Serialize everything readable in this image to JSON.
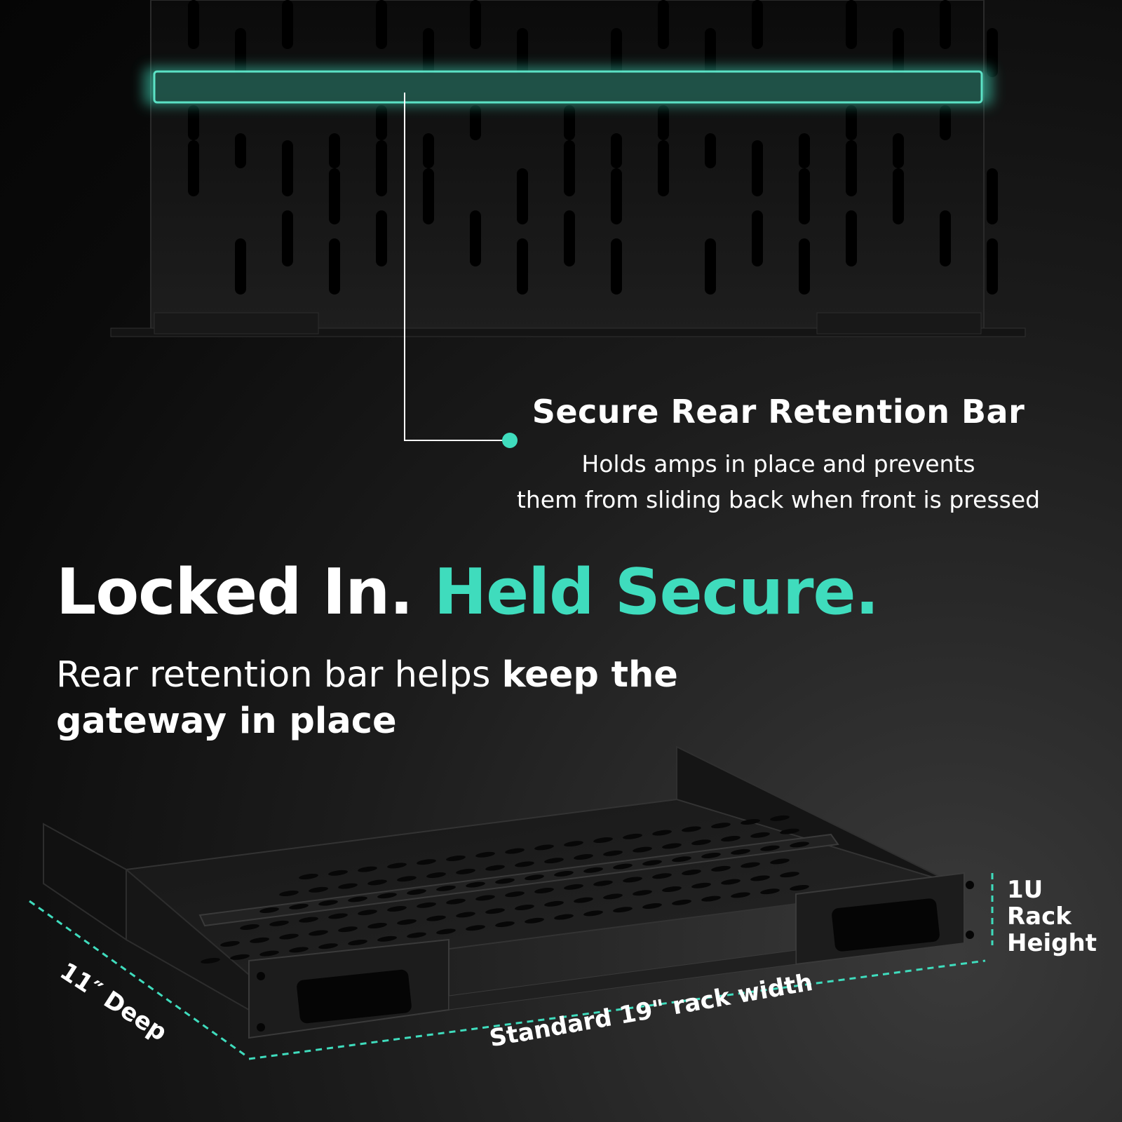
{
  "colors": {
    "accent": "#3fdcbd",
    "text": "#ffffff",
    "metal": "#1b1b1b"
  },
  "callout": {
    "title": "Secure Rear Retention Bar",
    "description_line1": "Holds amps in place and prevents",
    "description_line2": "them from sliding back when front is pressed"
  },
  "headline": {
    "part1": "Locked In.",
    "part2": "Held Secure."
  },
  "subheadline": {
    "regular": "Rear retention bar helps ",
    "bold_line1": "keep the",
    "bold_line2": "gateway in place"
  },
  "dimensions": {
    "depth": "11″ Deep",
    "width": "Standard 19\" rack width",
    "height_line1": "1U",
    "height_line2": "Rack",
    "height_line3": "Height"
  }
}
